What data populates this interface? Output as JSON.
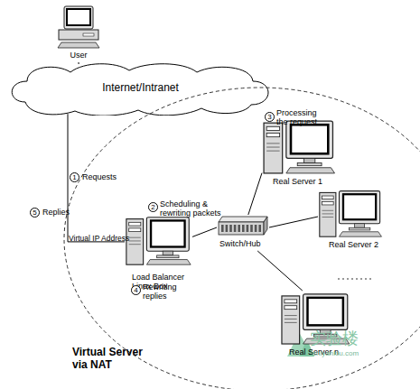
{
  "diagram": {
    "nodes": [
      {
        "text": [
          "User"
        ]
      },
      {
        "text": [
          "Internet/Intranet"
        ]
      },
      {
        "text": [
          "Virtual Server via NAT"
        ]
      },
      {
        "text": [
          "Load Balancer Linux Box"
        ],
        "in": 2
      },
      {
        "text": [
          "Switch/Hub"
        ],
        "in": 2
      },
      {
        "text": [
          "Real Server 1"
        ],
        "in": 2
      },
      {
        "text": [
          "Real Server 2"
        ],
        "in": 2
      },
      {
        "text": [
          "Real Server n"
        ],
        "in": 2
      }
    ],
    "edges": [
      {
        "from": 0,
        "to": 1,
        "arrow": "none"
      },
      {
        "from": 1,
        "to": 3,
        "arrow": "none"
      },
      {
        "from": 3,
        "to": 4,
        "arrow": "none"
      },
      {
        "from": 4,
        "to": 5,
        "arrow": "none"
      },
      {
        "from": 4,
        "to": 6,
        "arrow": "none"
      },
      {
        "from": 4,
        "to": 7,
        "arrow": "none"
      }
    ],
    "labels": [
      "1",
      "Requests",
      "5",
      "Replies",
      "Virtual IP Address",
      "2",
      "Scheduling & rewriting packets",
      "3",
      "Processing the request",
      "4",
      "Rewriting replies",
      "实验楼",
      "shiyanlou.com"
    ]
  }
}
